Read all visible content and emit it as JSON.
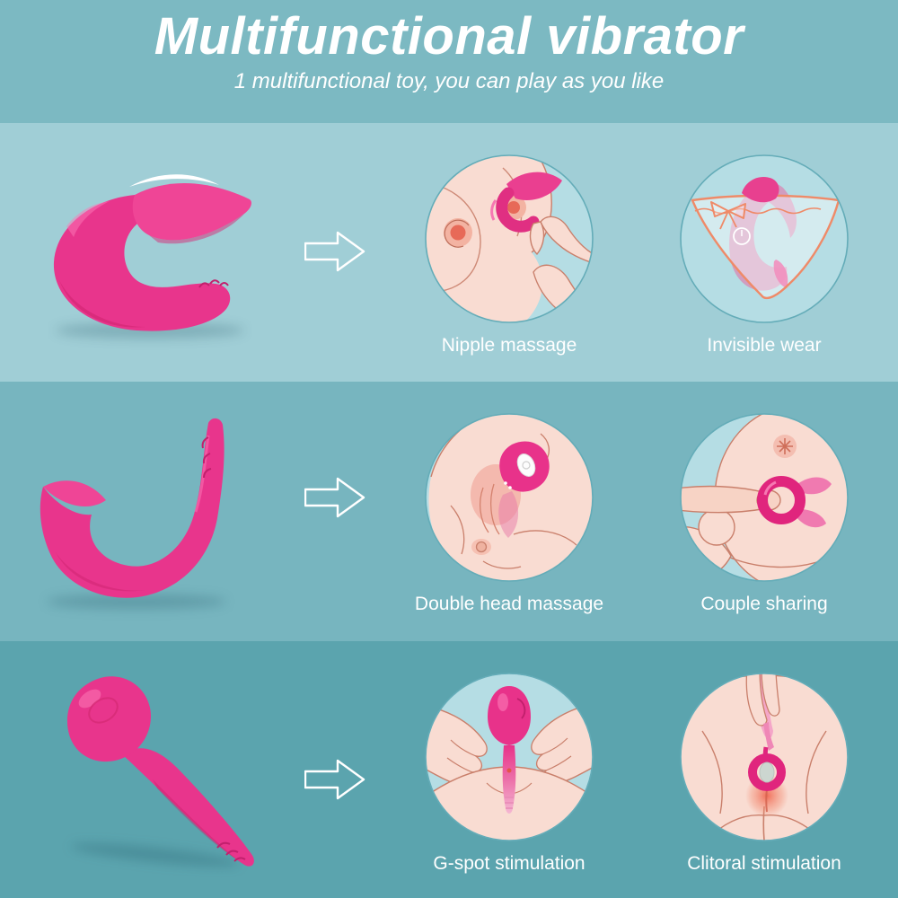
{
  "header": {
    "title": "Multifunctional vibrator",
    "subtitle": "1 multifunctional toy, you can play as you like"
  },
  "sections": [
    {
      "uses": [
        {
          "label": "Nipple massage"
        },
        {
          "label": "Invisible wear"
        }
      ]
    },
    {
      "uses": [
        {
          "label": "Double head massage"
        },
        {
          "label": "Couple sharing"
        }
      ]
    },
    {
      "uses": [
        {
          "label": "G-spot stimulation"
        },
        {
          "label": "Clitoral stimulation"
        }
      ]
    }
  ],
  "colors": {
    "header_bg": "#7cb9c2",
    "band1_bg": "#a0ced6",
    "band2_bg": "#77b5bf",
    "band3_bg": "#5ba4ae",
    "circle_bg": "#b5dde4",
    "circle_border": "#64acb8",
    "toy_pink": "#e8358c",
    "toy_pink_dark": "#c92069",
    "toy_pink_light": "#fb79b7",
    "skin": "#f9dcd2",
    "outline_brown": "#c97f6b",
    "panty_orange": "#ef8a68",
    "text": "#ffffff"
  }
}
